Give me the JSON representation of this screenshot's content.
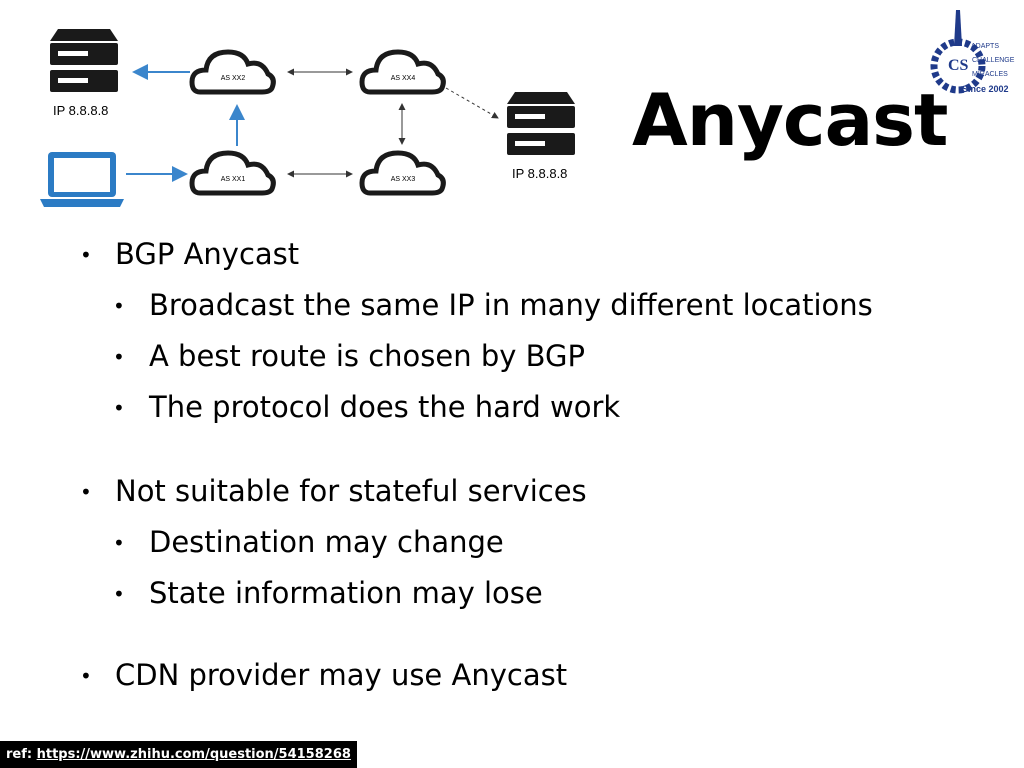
{
  "slide": {
    "title": "Anycast",
    "logo": {
      "line1": "ADAPTS",
      "line2": "CHALLENGE",
      "line3": "MIRACLES",
      "line4": "Since 2002",
      "initials": "CS"
    }
  },
  "diagram": {
    "server_top_label": "IP 8.8.8.8",
    "server_right_label": "IP 8.8.8.8",
    "cloud_top_left": "AS XX2",
    "cloud_top_right": "AS XX4",
    "cloud_bottom_left": "AS XX1",
    "cloud_bottom_right": "AS XX3",
    "colors": {
      "icon": "#1a1a1a",
      "laptop": "#2b7bc4",
      "arrow_blue": "#3b86cc",
      "arrow_black": "#333333"
    }
  },
  "bullets": [
    {
      "level": 1,
      "text": "BGP Anycast"
    },
    {
      "level": 2,
      "text": "Broadcast the same IP in many different locations"
    },
    {
      "level": 2,
      "text": "A best route is chosen by BGP"
    },
    {
      "level": 2,
      "text": "The protocol does the hard work"
    },
    {
      "level": 1,
      "text": "Not suitable for stateful services"
    },
    {
      "level": 2,
      "text": "Destination may change"
    },
    {
      "level": 2,
      "text": "State information may lose"
    },
    {
      "level": 1,
      "text": "CDN provider may use Anycast"
    }
  ],
  "reference": {
    "prefix": "ref: ",
    "link": "https://www.zhihu.com/question/54158268"
  },
  "bullet_symbol": "•"
}
